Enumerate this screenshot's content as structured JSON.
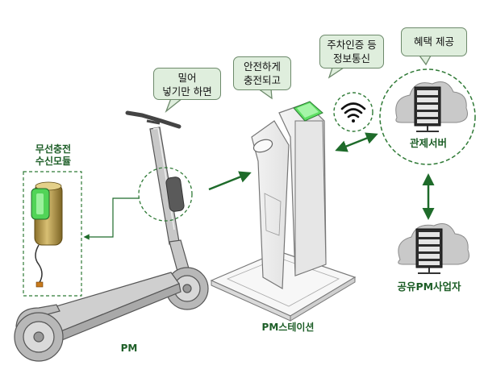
{
  "labels": {
    "module_line1": "무선충전",
    "module_line2": "수신모듈",
    "pm": "PM",
    "station": "PM스테이션",
    "control_server": "관제서버",
    "operator": "공유PM사업자"
  },
  "bubbles": {
    "push": [
      "밀어",
      "넣기만 하면"
    ],
    "charge": [
      "안전하게",
      "충전되고"
    ],
    "parking": [
      "주차인증 등",
      "정보통신"
    ],
    "benefit": [
      "혜택 제공"
    ]
  },
  "colors": {
    "green_dark": "#1e6b2a",
    "green_bright": "#57d15c",
    "bubble_fill": "#dfeedd",
    "gray_line": "#5f5f5f",
    "server_cloud": "#c9c9c9"
  }
}
